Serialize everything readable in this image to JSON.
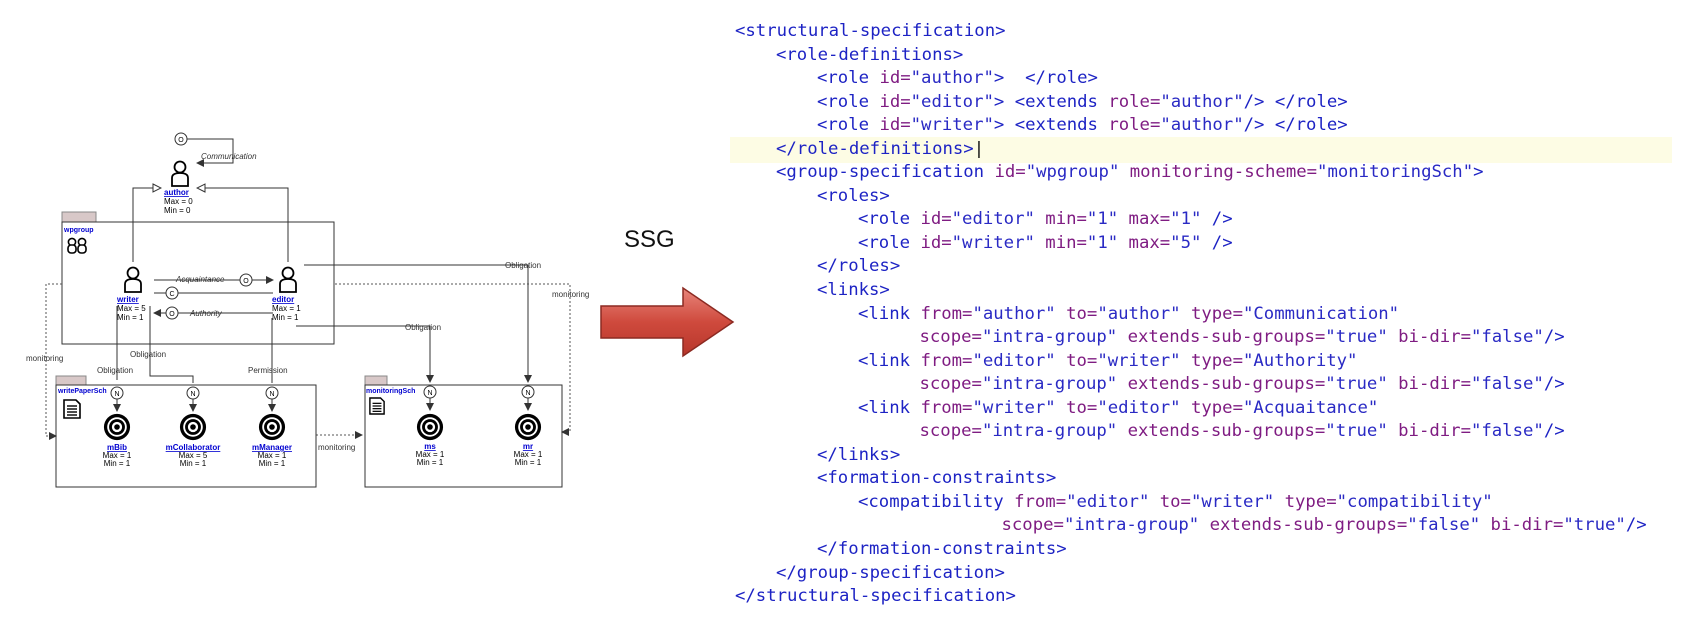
{
  "diagram": {
    "labels": {
      "author_role": "author",
      "author_max": "Max = 0",
      "author_min": "Min = 0",
      "communication": "Communication",
      "group_title": "wpgroup",
      "writer_role": "writer",
      "writer_max": "Max = 5",
      "writer_min": "Min = 1",
      "editor_role": "editor",
      "editor_max": "Max = 1",
      "editor_min": "Min = 1",
      "acquaintance": "Acquaintance",
      "authority": "Authority",
      "obligation_top": "Obligation",
      "obligation_mid": "Obligation",
      "obligation_writer": "Obligation",
      "obligation_writer2": "Obligation",
      "permission": "Permission",
      "monitoring_left": "monitoring",
      "monitoring_right": "monitoring",
      "monitoring_mid": "monitoring",
      "scheme1_title": "writePaperSch",
      "scheme2_title": "monitoringSch",
      "m_bib": "mBib",
      "m_bib_max": "Max = 1",
      "m_bib_min": "Min = 1",
      "m_collab": "mCollaborator",
      "m_collab_max": "Max = 5",
      "m_collab_min": "Min = 1",
      "m_manager": "mManager",
      "m_manager_max": "Max = 1",
      "m_manager_min": "Min = 1",
      "ms": "ms",
      "ms_max": "Max = 1",
      "ms_min": "Min = 1",
      "mr": "mr",
      "mr_max": "Max = 1",
      "mr_min": "Min = 1",
      "badge_o": "O",
      "badge_c": "C",
      "badge_n": "N"
    }
  },
  "ssg_label": "SSG",
  "xml_lines": [
    {
      "indent": 0,
      "tokens": [
        {
          "t": "tg",
          "v": "<structural-specification>"
        }
      ]
    },
    {
      "indent": 1,
      "tokens": [
        {
          "t": "tg",
          "v": "<role-definitions>"
        }
      ]
    },
    {
      "indent": 2,
      "tokens": [
        {
          "t": "tg",
          "v": "<role "
        },
        {
          "t": "at",
          "v": "id="
        },
        {
          "t": "va",
          "v": "\"author\""
        },
        {
          "t": "tg",
          "v": ">  </role>"
        }
      ]
    },
    {
      "indent": 2,
      "tokens": [
        {
          "t": "tg",
          "v": "<role "
        },
        {
          "t": "at",
          "v": "id="
        },
        {
          "t": "va",
          "v": "\"editor\""
        },
        {
          "t": "tg",
          "v": "> <extends "
        },
        {
          "t": "at",
          "v": "role="
        },
        {
          "t": "va",
          "v": "\"author\""
        },
        {
          "t": "tg",
          "v": "/> </role>"
        }
      ]
    },
    {
      "indent": 2,
      "tokens": [
        {
          "t": "tg",
          "v": "<role "
        },
        {
          "t": "at",
          "v": "id="
        },
        {
          "t": "va",
          "v": "\"writer\""
        },
        {
          "t": "tg",
          "v": "> <extends "
        },
        {
          "t": "at",
          "v": "role="
        },
        {
          "t": "va",
          "v": "\"author\""
        },
        {
          "t": "tg",
          "v": "/> </role>"
        }
      ]
    },
    {
      "indent": 1,
      "tokens": [
        {
          "t": "tg",
          "v": "</role-definitions>"
        },
        {
          "t": "ct",
          "v": "|"
        }
      ]
    },
    {
      "indent": 1,
      "tokens": [
        {
          "t": "tg",
          "v": "<group-specification "
        },
        {
          "t": "at",
          "v": "id="
        },
        {
          "t": "va",
          "v": "\"wpgroup\""
        },
        {
          "t": "at",
          "v": " monitoring-scheme="
        },
        {
          "t": "va",
          "v": "\"monitoringSch\""
        },
        {
          "t": "tg",
          "v": ">"
        }
      ]
    },
    {
      "indent": 2,
      "tokens": [
        {
          "t": "tg",
          "v": "<roles>"
        }
      ]
    },
    {
      "indent": 3,
      "tokens": [
        {
          "t": "tg",
          "v": "<role "
        },
        {
          "t": "at",
          "v": "id="
        },
        {
          "t": "va",
          "v": "\"editor\""
        },
        {
          "t": "at",
          "v": " min="
        },
        {
          "t": "va",
          "v": "\"1\""
        },
        {
          "t": "at",
          "v": " max="
        },
        {
          "t": "va",
          "v": "\"1\""
        },
        {
          "t": "tg",
          "v": " />"
        }
      ]
    },
    {
      "indent": 3,
      "tokens": [
        {
          "t": "tg",
          "v": "<role "
        },
        {
          "t": "at",
          "v": "id="
        },
        {
          "t": "va",
          "v": "\"writer\""
        },
        {
          "t": "at",
          "v": " min="
        },
        {
          "t": "va",
          "v": "\"1\""
        },
        {
          "t": "at",
          "v": " max="
        },
        {
          "t": "va",
          "v": "\"5\""
        },
        {
          "t": "tg",
          "v": " />"
        }
      ]
    },
    {
      "indent": 2,
      "tokens": [
        {
          "t": "tg",
          "v": "</roles>"
        }
      ]
    },
    {
      "indent": 2,
      "tokens": [
        {
          "t": "tg",
          "v": "<links>"
        }
      ]
    },
    {
      "indent": 3,
      "tokens": [
        {
          "t": "tg",
          "v": "<link "
        },
        {
          "t": "at",
          "v": "from="
        },
        {
          "t": "va",
          "v": "\"author\""
        },
        {
          "t": "at",
          "v": " to="
        },
        {
          "t": "va",
          "v": "\"author\""
        },
        {
          "t": "at",
          "v": " type="
        },
        {
          "t": "va",
          "v": "\"Communication\""
        }
      ]
    },
    {
      "indent": 4.5,
      "tokens": [
        {
          "t": "at",
          "v": "scope="
        },
        {
          "t": "va",
          "v": "\"intra-group\""
        },
        {
          "t": "at",
          "v": " extends-sub-groups="
        },
        {
          "t": "va",
          "v": "\"true\""
        },
        {
          "t": "at",
          "v": " bi-dir="
        },
        {
          "t": "va",
          "v": "\"false\""
        },
        {
          "t": "tg",
          "v": "/>"
        }
      ]
    },
    {
      "indent": 3,
      "tokens": [
        {
          "t": "tg",
          "v": "<link "
        },
        {
          "t": "at",
          "v": "from="
        },
        {
          "t": "va",
          "v": "\"editor\""
        },
        {
          "t": "at",
          "v": " to="
        },
        {
          "t": "va",
          "v": "\"writer\""
        },
        {
          "t": "at",
          "v": " type="
        },
        {
          "t": "va",
          "v": "\"Authority\""
        }
      ]
    },
    {
      "indent": 4.5,
      "tokens": [
        {
          "t": "at",
          "v": "scope="
        },
        {
          "t": "va",
          "v": "\"intra-group\""
        },
        {
          "t": "at",
          "v": " extends-sub-groups="
        },
        {
          "t": "va",
          "v": "\"true\""
        },
        {
          "t": "at",
          "v": " bi-dir="
        },
        {
          "t": "va",
          "v": "\"false\""
        },
        {
          "t": "tg",
          "v": "/>"
        }
      ]
    },
    {
      "indent": 3,
      "tokens": [
        {
          "t": "tg",
          "v": "<link "
        },
        {
          "t": "at",
          "v": "from="
        },
        {
          "t": "va",
          "v": "\"writer\""
        },
        {
          "t": "at",
          "v": " to="
        },
        {
          "t": "va",
          "v": "\"editor\""
        },
        {
          "t": "at",
          "v": " type="
        },
        {
          "t": "va",
          "v": "\"Acquaitance\""
        }
      ]
    },
    {
      "indent": 4.5,
      "tokens": [
        {
          "t": "at",
          "v": "scope="
        },
        {
          "t": "va",
          "v": "\"intra-group\""
        },
        {
          "t": "at",
          "v": " extends-sub-groups="
        },
        {
          "t": "va",
          "v": "\"true\""
        },
        {
          "t": "at",
          "v": " bi-dir="
        },
        {
          "t": "va",
          "v": "\"false\""
        },
        {
          "t": "tg",
          "v": "/>"
        }
      ]
    },
    {
      "indent": 2,
      "tokens": [
        {
          "t": "tg",
          "v": "</links>"
        }
      ]
    },
    {
      "indent": 2,
      "tokens": [
        {
          "t": "tg",
          "v": "<formation-constraints>"
        }
      ]
    },
    {
      "indent": 3,
      "tokens": [
        {
          "t": "tg",
          "v": "<compatibility "
        },
        {
          "t": "at",
          "v": "from="
        },
        {
          "t": "va",
          "v": "\"editor\""
        },
        {
          "t": "at",
          "v": " to="
        },
        {
          "t": "va",
          "v": "\"writer\""
        },
        {
          "t": "at",
          "v": " type="
        },
        {
          "t": "va",
          "v": "\"compatibility\""
        }
      ]
    },
    {
      "indent": 6.5,
      "tokens": [
        {
          "t": "at",
          "v": "scope="
        },
        {
          "t": "va",
          "v": "\"intra-group\""
        },
        {
          "t": "at",
          "v": " extends-sub-groups="
        },
        {
          "t": "va",
          "v": "\"false\""
        },
        {
          "t": "at",
          "v": " bi-dir="
        },
        {
          "t": "va",
          "v": "\"true\""
        },
        {
          "t": "tg",
          "v": "/>"
        }
      ]
    },
    {
      "indent": 2,
      "tokens": [
        {
          "t": "tg",
          "v": "</formation-constraints>"
        }
      ]
    },
    {
      "indent": 1,
      "tokens": [
        {
          "t": "tg",
          "v": "</group-specification>"
        }
      ]
    },
    {
      "indent": 0,
      "tokens": [
        {
          "t": "tg",
          "v": "</structural-specification>"
        }
      ]
    }
  ]
}
